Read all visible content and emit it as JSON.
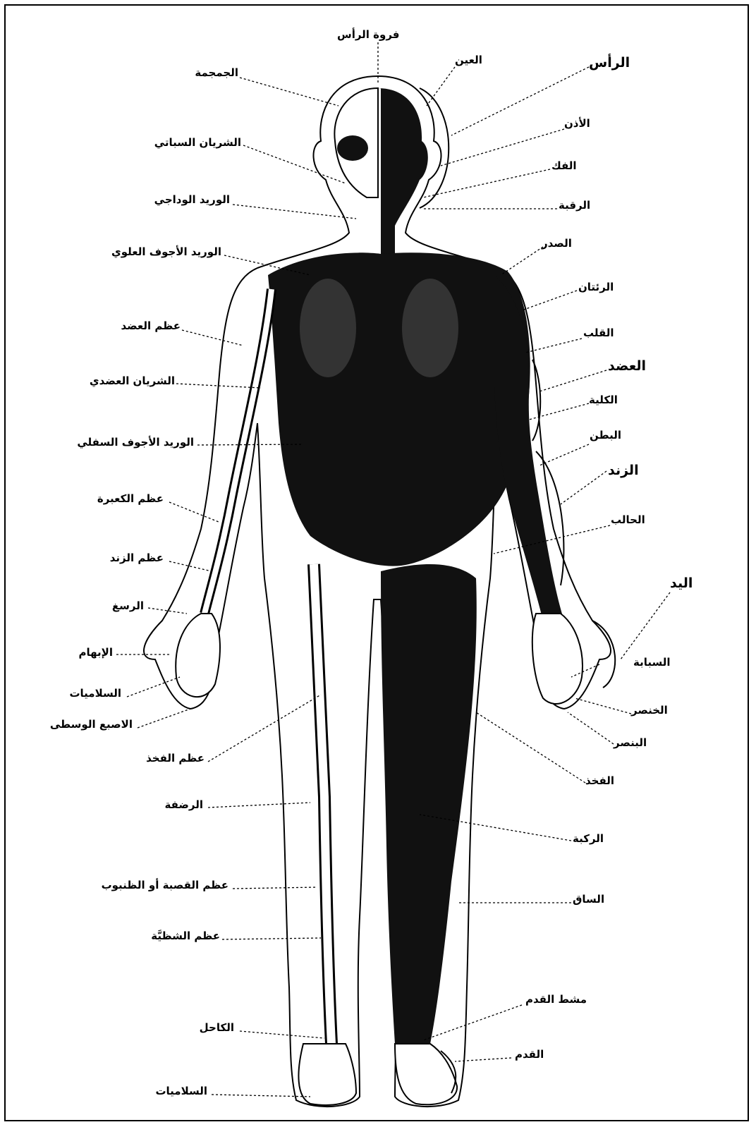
{
  "labels": {
    "scalp": "فروة الرأس",
    "eye": "العين",
    "head": "الرأس",
    "skull": "الجمجمة",
    "ear": "الأذن",
    "temporal_artery": "الشريان السباتي",
    "jaw": "الفك",
    "jugular_vein": "الوريد الوداجي",
    "neck": "الرقبة",
    "superior_vena_cava": "الوريد الأجوف العلوي",
    "chest": "الصدر",
    "lungs": "الرئتان",
    "humerus": "عظم العضد",
    "heart": "القلب",
    "upper_arm": "العضد",
    "brachial_artery": "الشريان العضدي",
    "kidney": "الكلية",
    "inferior_vena_cava": "الوريد الأجوف السفلي",
    "abdomen": "البطن",
    "forearm": "الزند",
    "radius": "عظم الكعبرة",
    "ureter": "الحالب",
    "ulna": "عظم الزند",
    "hand": "اليد",
    "wrist": "الرسغ",
    "thumb": "الإبهام",
    "index_finger": "السبابة",
    "phalanges_hand": "السلاميات",
    "little_finger": "الخنصر",
    "middle_finger": "الاصبع الوسطى",
    "ring_finger": "البنصر",
    "femur": "عظم الفخذ",
    "thigh": "الفخذ",
    "patella": "الرضفة",
    "knee": "الركبة",
    "tibia": "عظم القصبة أو الظنبوب",
    "shin": "الساق",
    "fibula": "عظم الشظيَّة",
    "metatarsus": "مشط القدم",
    "ankle": "الكاحل",
    "foot": "القدم",
    "phalanges_foot": "السلاميات"
  },
  "colors": {
    "ink": "#000000",
    "background": "#ffffff",
    "organ_fill": "#111111",
    "bone_fill": "#ffffff"
  }
}
